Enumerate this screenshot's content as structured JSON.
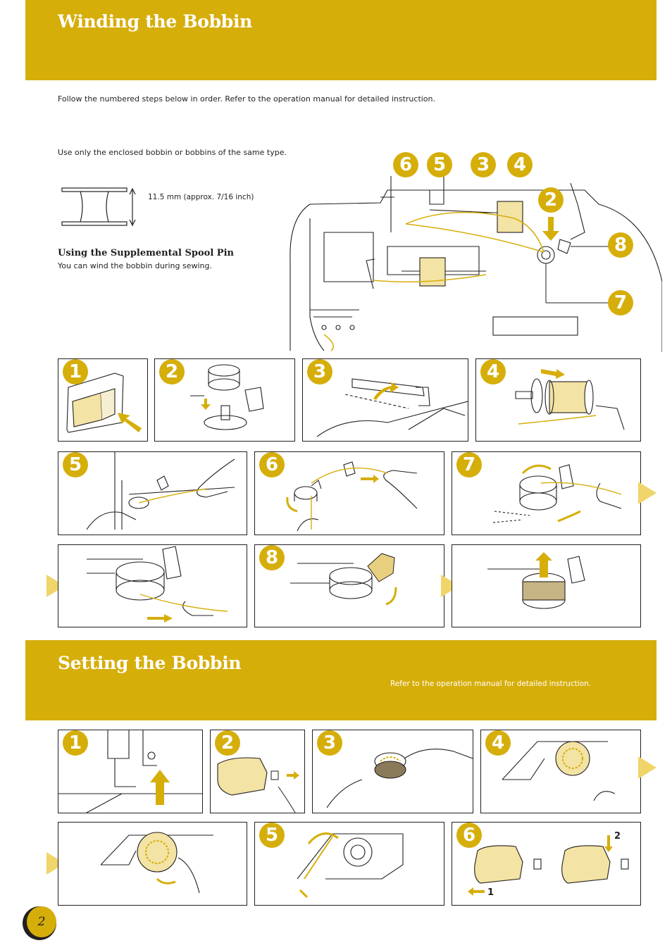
{
  "winding": {
    "title": "Winding the Bobbin",
    "intro": "Follow the numbered steps below in order. Refer to the operation manual for detailed instruction.",
    "bobbin_note": "Use only the enclosed bobbin or bobbins of the same type.",
    "dimension": "11.5 mm (approx. 7/16 inch)",
    "supp_heading": "Using the Supplemental Spool Pin",
    "supp_text": "You can wind the bobbin during sewing.",
    "diagram_labels": [
      "6",
      "5",
      "3",
      "4",
      "2",
      "8",
      "7"
    ],
    "steps": [
      "1",
      "2",
      "3",
      "4",
      "5",
      "6",
      "7",
      "8"
    ]
  },
  "setting": {
    "title": "Setting the Bobbin",
    "intro": "Refer to the operation manual for detailed instruction.",
    "steps": [
      "1",
      "2",
      "3",
      "4",
      "5",
      "6"
    ],
    "step6_labels": [
      "2",
      "1"
    ]
  },
  "page_number": "2",
  "colors": {
    "accent": "#d6ae0a",
    "arrow": "#f0d56a",
    "ink": "#231f20"
  }
}
